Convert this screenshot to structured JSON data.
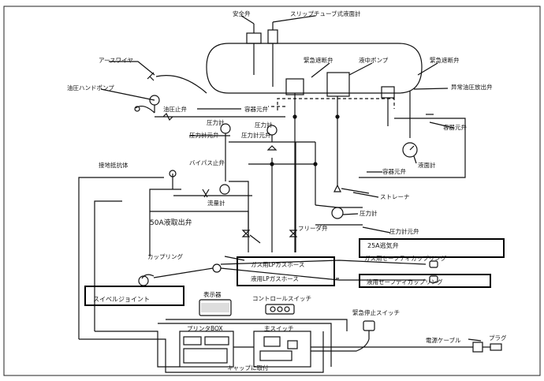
{
  "labels": {
    "safety_valve": "安全弁",
    "slip_tube_gauge": "スリップチューブ式液面計",
    "earth_wire": "アースワイヤ",
    "emergency_shutoff_1": "緊急遮断弁",
    "liquid_pump": "液中ポンプ",
    "emergency_shutoff_2": "緊急遮断弁",
    "hydraulic_hand_pump": "油圧ハンドポンプ",
    "bleed_valve_1": "容器元弁",
    "abnormal_pressure_vent": "异常油圧放出弁",
    "hydraulic_stop_valve": "油圧止弁",
    "pressure_gauge_1": "圧力計",
    "pressure_gauge_2": "圧力計",
    "bleed_valve_2": "容器元弁",
    "gauge_valve_1": "圧力計元弁",
    "gauge_valve_2": "圧力計元弁",
    "level_gauge": "液面計",
    "resistor": "接地抵抗体",
    "bypass_valve": "バイパス止弁",
    "bleed_valve_3": "容器元弁",
    "strainer": "ストレーナ",
    "flow_meter": "流量計",
    "pressure_gauge_3": "圧力計",
    "outlet_50a": "50A液取出弁",
    "gauge_valve_3": "圧力計元弁",
    "relief_25a": "25A逃気弁",
    "freeze_valve": "フリーダ弁",
    "coupling": "カップリング",
    "gas_hose": "ガス用LPガスホース",
    "safety_coupling_1": "ガス用セーフティカップリング",
    "liquid_hose": "液用LPガスホース",
    "safety_coupling_2": "液用セーフティカップリング",
    "swivel_joint": "スイベルジョイント",
    "display": "表示器",
    "control_switch": "コントロールスイッチ",
    "emergency_stop": "緊急停止スイッチ",
    "printer_box": "プリンタBOX",
    "main_switch": "主スイッチ",
    "power_cable": "電源ケーブル",
    "plug": "プラグ",
    "cap_mount": "キャップに取付"
  }
}
